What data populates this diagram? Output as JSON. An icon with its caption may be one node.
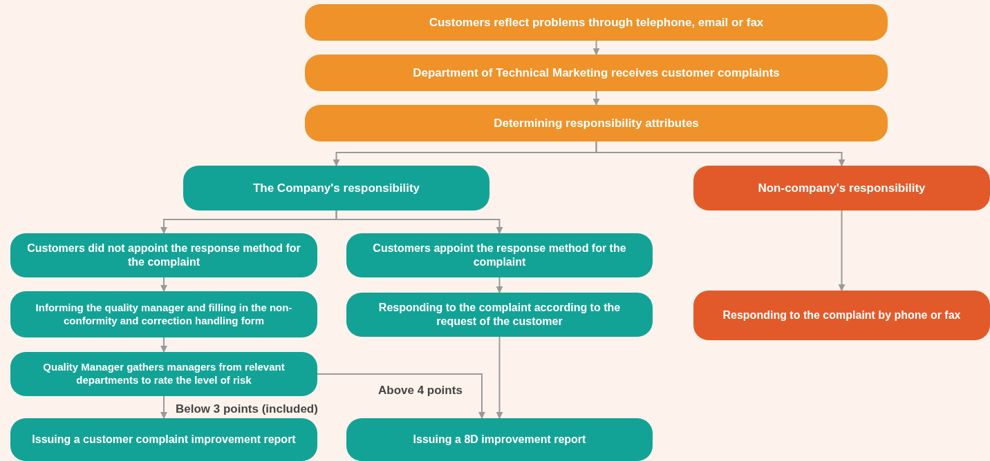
{
  "diagram": {
    "nodes": [
      {
        "text": [
          "Customers reflect problems through telephone, email or fax"
        ]
      },
      {
        "text": [
          "Department of Technical Marketing receives customer complaints"
        ]
      },
      {
        "text": [
          "Determining responsibility attributes"
        ]
      },
      {
        "text": [
          "The Company's responsibility"
        ]
      },
      {
        "text": [
          "Non-company's responsibility"
        ]
      },
      {
        "text": [
          "Customers did not appoint the response method for the complaint"
        ]
      },
      {
        "text": [
          "Customers appoint the response method for the complaint"
        ]
      },
      {
        "text": [
          "Responding to the complaint by phone or fax"
        ]
      },
      {
        "text": [
          "Informing the quality manager and filling in the non-conformity and correction handling form"
        ]
      },
      {
        "text": [
          "Responding to the complaint according to the request of the customer"
        ]
      },
      {
        "text": [
          "Quality Manager gathers managers from relevant departments to rate the level of risk"
        ]
      },
      {
        "text": [
          "Issuing a customer complaint improvement report"
        ]
      },
      {
        "text": [
          "Issuing a 8D improvement report"
        ]
      }
    ],
    "edges": [
      {
        "from": 0,
        "to": 1,
        "arrow": "to"
      },
      {
        "from": 1,
        "to": 2,
        "arrow": "to"
      },
      {
        "from": 2,
        "to": 3,
        "arrow": "to"
      },
      {
        "from": 2,
        "to": 4,
        "arrow": "to"
      },
      {
        "from": 3,
        "to": 5,
        "arrow": "to"
      },
      {
        "from": 3,
        "to": 6,
        "arrow": "to"
      },
      {
        "from": 4,
        "to": 7,
        "arrow": "to"
      },
      {
        "from": 5,
        "to": 8,
        "arrow": "to"
      },
      {
        "from": 8,
        "to": 10,
        "arrow": "to"
      },
      {
        "from": 10,
        "to": 11,
        "arrow": "to",
        "label": "Below 3 points (included)"
      },
      {
        "from": 10,
        "to": 12,
        "arrow": "to",
        "label": "Above 4 points"
      },
      {
        "from": 6,
        "to": 9,
        "arrow": "to"
      },
      {
        "from": 9,
        "to": 12,
        "arrow": "to"
      }
    ]
  }
}
